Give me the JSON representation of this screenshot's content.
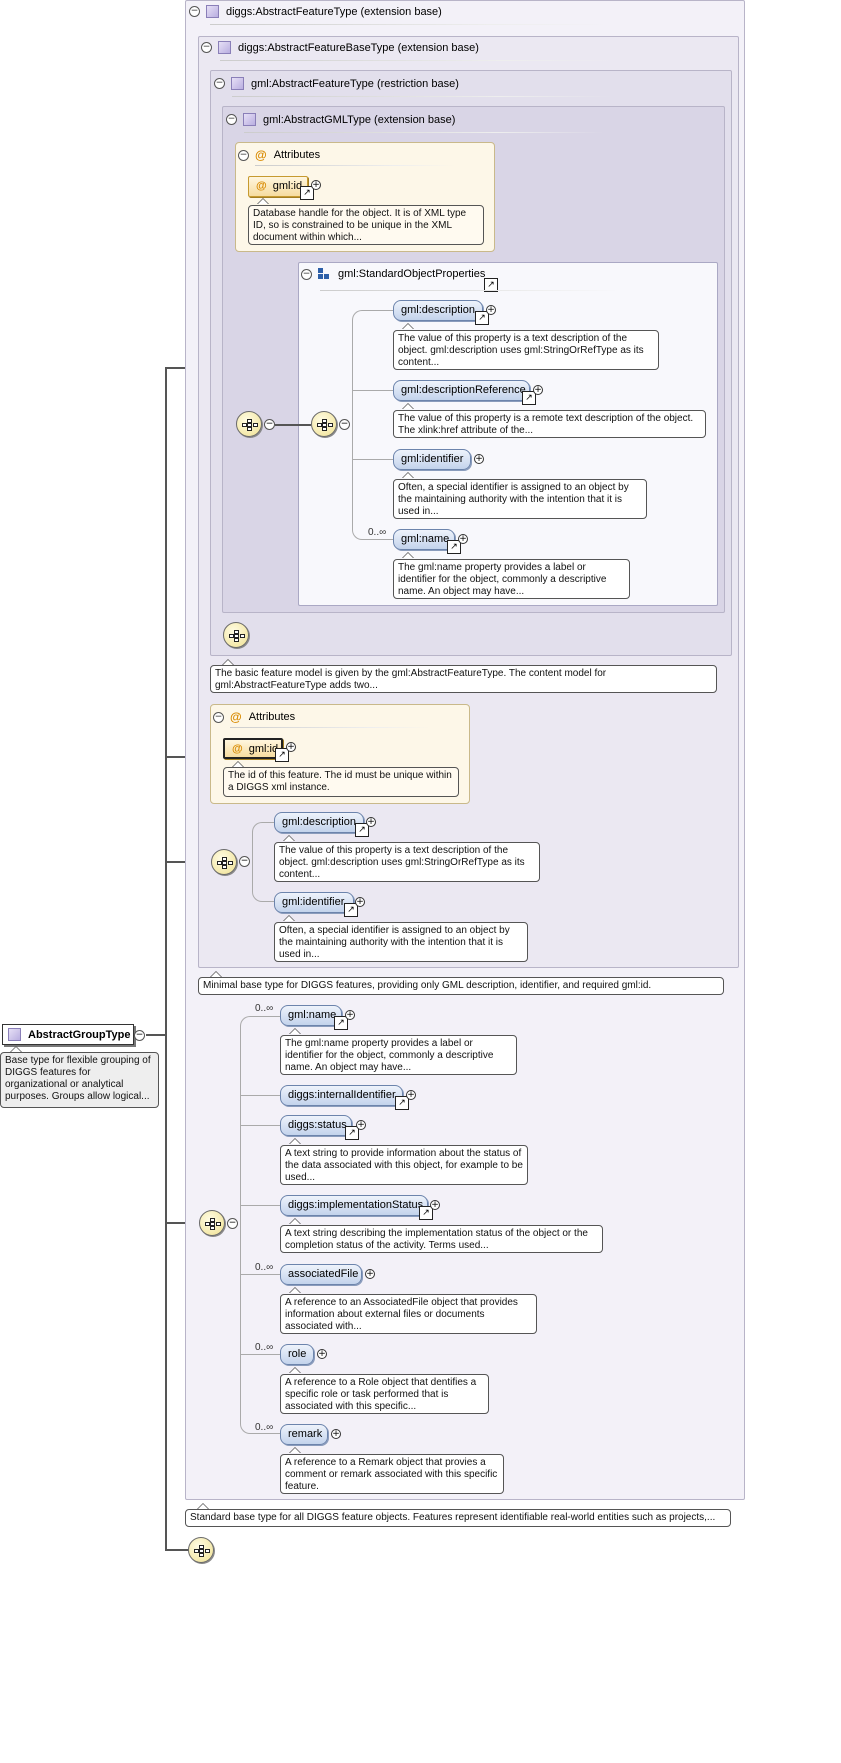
{
  "root": {
    "name": "AbstractGroupType",
    "doc": "Base type for flexible grouping of DIGGS features for organizational or analytical purposes. Groups allow logical..."
  },
  "ext_feature": {
    "label": "diggs:AbstractFeatureType (extension base)",
    "doc": "Standard base type for all DIGGS feature objects. Features represent identifiable real-world entities such as projects,..."
  },
  "ext_base": {
    "label": "diggs:AbstractFeatureBaseType (extension base)",
    "doc": "Minimal base type for DIGGS features, providing only GML description, identifier, and required gml:id."
  },
  "restr": {
    "label": "gml:AbstractFeatureType (restriction base)",
    "doc": "The basic feature model is given by the gml:AbstractFeatureType. The content model for gml:AbstractFeatureType adds two..."
  },
  "gml_type": {
    "label": "gml:AbstractGMLType (extension base)",
    "attributes_label": "Attributes",
    "id_name": "gml:id",
    "id_doc": "Database handle for the object. It is of XML type ID, so is constrained to be unique in the XML document within which...",
    "std_label": "gml:StandardObjectProperties",
    "items": [
      {
        "name": "gml:description",
        "card": "",
        "doc": "The value of this property is a text description of the object. gml:description uses gml:StringOrRefType as its content..."
      },
      {
        "name": "gml:descriptionReference",
        "card": "",
        "doc": "The value of this property is a remote text description of the object. The xlink:href attribute of the..."
      },
      {
        "name": "gml:identifier",
        "card": "",
        "doc": "Often, a special identifier is assigned to an object by the maintaining authority with the intention that it is used in..."
      },
      {
        "name": "gml:name",
        "card": "0..∞",
        "doc": "The gml:name property provides a label or identifier for the object, commonly a descriptive name. An object may have..."
      }
    ]
  },
  "base_attrs": {
    "label": "Attributes",
    "id_name": "gml:id",
    "id_doc": "The id of this feature. The id must be unique within a DIGGS xml instance."
  },
  "base_seq": [
    {
      "name": "gml:description",
      "doc": "The value of this property is a text description of the object. gml:description uses gml:StringOrRefType as its content..."
    },
    {
      "name": "gml:identifier",
      "doc": "Often, a special identifier is assigned to an object by the maintaining authority with the intention that it is used in..."
    }
  ],
  "feat_seq": [
    {
      "name": "gml:name",
      "card": "0..∞",
      "doc": "The gml:name property provides a label or identifier for the object, commonly a descriptive name. An object may have..."
    },
    {
      "name": "diggs:internalIdentifier",
      "card": "",
      "doc": ""
    },
    {
      "name": "diggs:status",
      "card": "",
      "doc": "A text string to provide information about the status of the data associated with this object, for example to be used..."
    },
    {
      "name": "diggs:implementationStatus",
      "card": "",
      "doc": "A text string describing the implementation status of the object or the completion status of the activity. Terms used..."
    },
    {
      "name": "associatedFile",
      "card": "0..∞",
      "doc": "A reference to an AssociatedFile object that provides information about external files or documents associated with..."
    },
    {
      "name": "role",
      "card": "0..∞",
      "doc": "A reference to a Role object that dentifies a specific role or task performed that is associated with this specific..."
    },
    {
      "name": "remark",
      "card": "0..∞",
      "doc": "A reference to a Remark object that provies a comment or remark associated with this specific feature."
    }
  ],
  "icons": {
    "collapse": "collapse-icon",
    "expand": "expand-icon",
    "reference": "reference-arrow-icon",
    "sequence": "sequence-icon",
    "complex_type": "complex-type-icon",
    "attribute": "attribute-icon"
  }
}
